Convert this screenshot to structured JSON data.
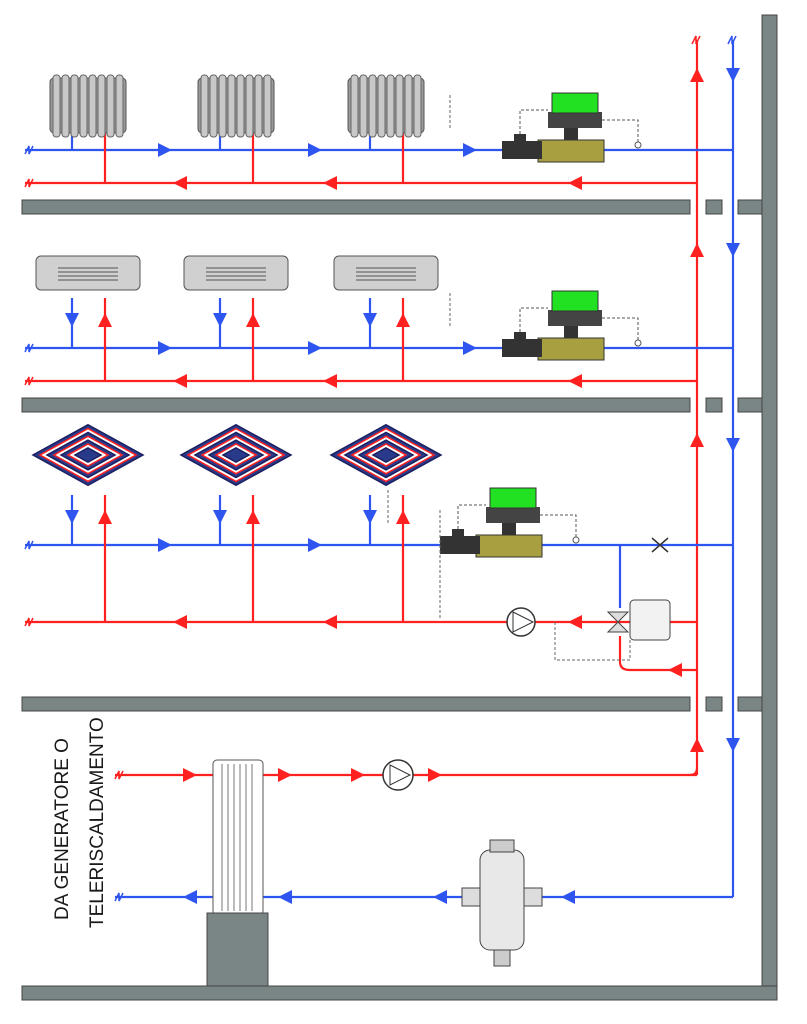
{
  "label": {
    "line1": "DA GENERATORE O",
    "line2": "TELERISCALDAMENTO"
  },
  "colors": {
    "supply": "#ff2020",
    "return": "#2f55f0",
    "wall": "#7a8585",
    "actuator": "#22e022",
    "valve_body": "#a8a040"
  },
  "floors": [
    {
      "terminal": "radiator"
    },
    {
      "terminal": "fan-coil"
    },
    {
      "terminal": "radiant-panel"
    }
  ]
}
